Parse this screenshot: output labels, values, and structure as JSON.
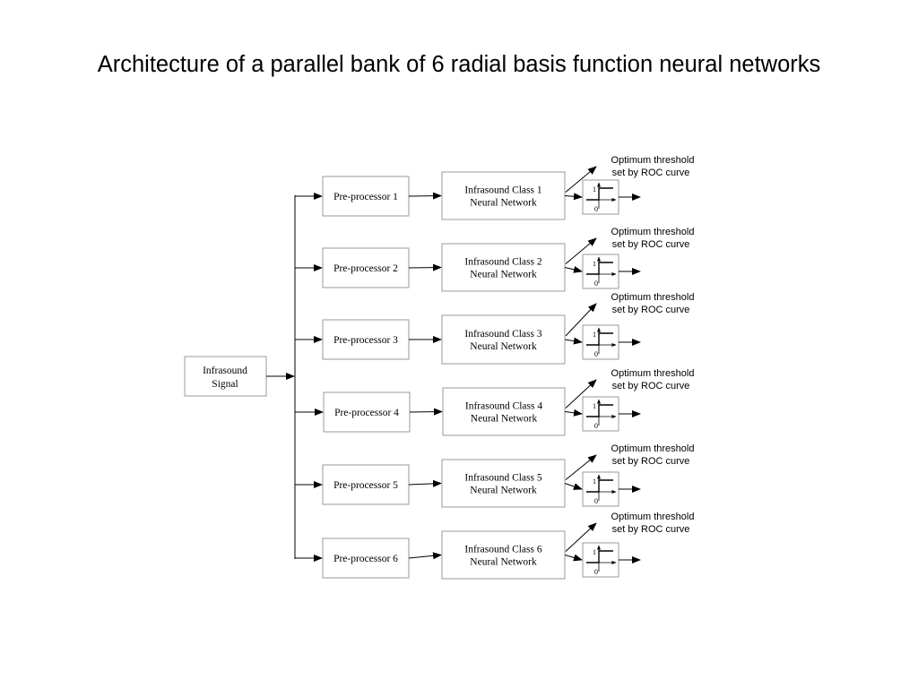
{
  "title": "Architecture of a parallel bank of 6 radial basis function neural networks",
  "input": {
    "line1": "Infrasound",
    "line2": "Signal"
  },
  "branches": [
    {
      "preprocessor": "Pre-processor 1",
      "network_line1": "Infrasound Class 1",
      "network_line2": "Neural Network",
      "threshold_line1": "Optimum threshold",
      "threshold_line2": "set by ROC curve",
      "step_high": "1",
      "step_low": "0"
    },
    {
      "preprocessor": "Pre-processor 2",
      "network_line1": "Infrasound Class 2",
      "network_line2": "Neural Network",
      "threshold_line1": "Optimum threshold",
      "threshold_line2": "set by ROC curve",
      "step_high": "1",
      "step_low": "0"
    },
    {
      "preprocessor": "Pre-processor 3",
      "network_line1": "Infrasound Class 3",
      "network_line2": "Neural Network",
      "threshold_line1": "Optimum threshold",
      "threshold_line2": "set by ROC curve",
      "step_high": "1",
      "step_low": "0"
    },
    {
      "preprocessor": "Pre-processor 4",
      "network_line1": "Infrasound Class 4",
      "network_line2": "Neural Network",
      "threshold_line1": "Optimum threshold",
      "threshold_line2": "set by ROC curve",
      "step_high": "1",
      "step_low": "0"
    },
    {
      "preprocessor": "Pre-processor 5",
      "network_line1": "Infrasound Class 5",
      "network_line2": "Neural Network",
      "threshold_line1": "Optimum threshold",
      "threshold_line2": "set by ROC curve",
      "step_high": "1",
      "step_low": "0"
    },
    {
      "preprocessor": "Pre-processor 6",
      "network_line1": "Infrasound Class 6",
      "network_line2": "Neural Network",
      "threshold_line1": "Optimum threshold",
      "threshold_line2": "set by ROC curve",
      "step_high": "1",
      "step_low": "0"
    }
  ]
}
